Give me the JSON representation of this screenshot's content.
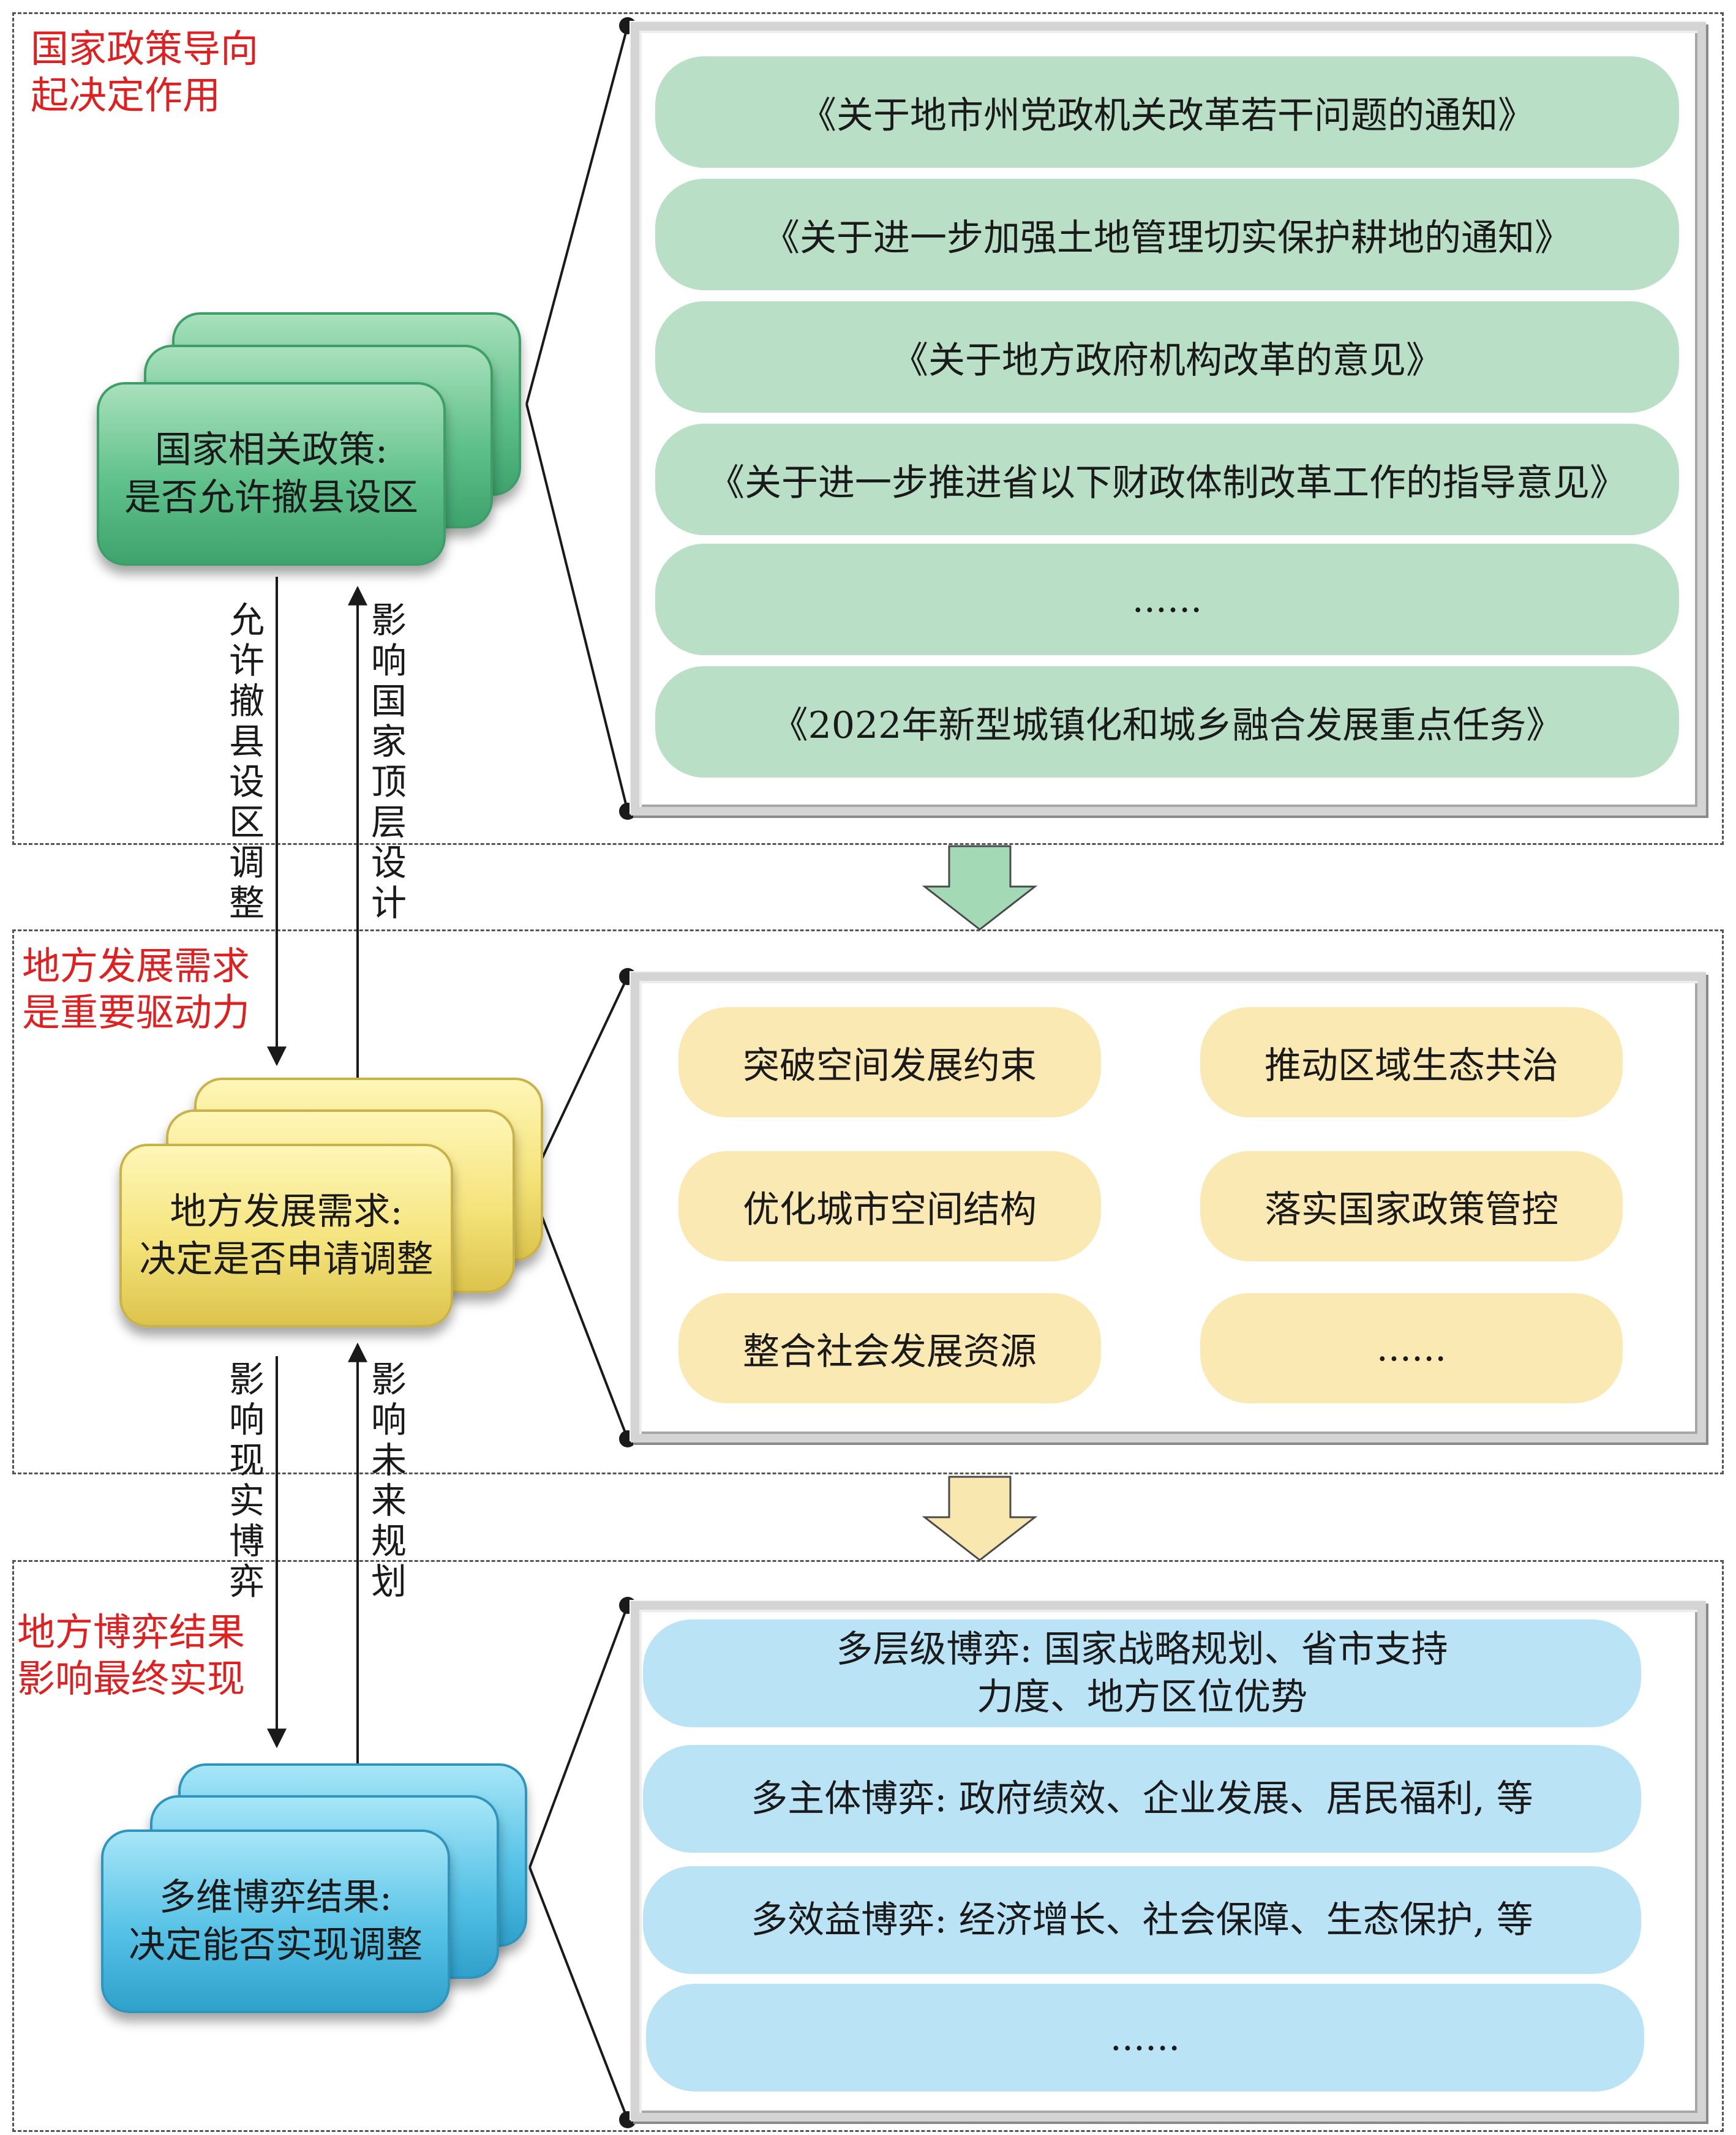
{
  "sections": {
    "national": {
      "label": "国家政策导向\n起决定作用"
    },
    "local": {
      "label": "地方发展需求\n是重要驱动力"
    },
    "game": {
      "label": "地方博弈结果\n影响最终实现"
    }
  },
  "cards": {
    "policy": "国家相关政策:\n是否允许撤县设区",
    "demand": "地方发展需求:\n决定是否申请调整",
    "result": "多维博弈结果:\n决定能否实现调整"
  },
  "policy_list": [
    "《关于地市州党政机关改革若干问题的通知》",
    "《关于进一步加强土地管理切实保护耕地的通知》",
    "《关于地方政府机构改革的意见》",
    "《关于进一步推进省以下财政体制改革工作的指导意见》",
    "......",
    "《2022年新型城镇化和城乡融合发展重点任务》"
  ],
  "demand_list": [
    "突破空间发展约束",
    "推动区域生态共治",
    "优化城市空间结构",
    "落实国家政策管控",
    "整合社会发展资源",
    "......"
  ],
  "game_list": [
    "多层级博弈: 国家战略规划、省市支持\n力度、地方区位优势",
    "多主体博弈: 政府绩效、企业发展、居民福利, 等",
    "多效益博弈: 经济增长、社会保障、生态保护, 等",
    "......"
  ],
  "arrows": {
    "down_1": "允许撤县设区调整",
    "up_1": "影响国家顶层设计",
    "down_2": "影响现实博弈",
    "up_2": "影响未来规划"
  },
  "colors": {
    "label_red": "#e02020",
    "green": "#5fc08a",
    "yellow": "#f4e37a",
    "blue": "#57c2e6",
    "arrow_green": "#a3d9b5",
    "arrow_yellow": "#f9e7b0"
  }
}
